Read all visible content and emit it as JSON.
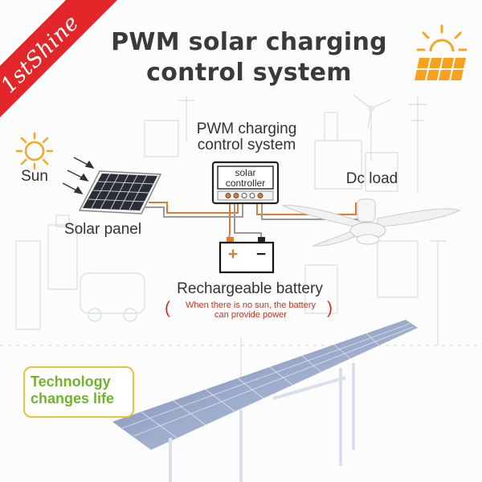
{
  "brand": {
    "logo_text": "1stShine",
    "ribbon_color": "#e2262a"
  },
  "title": {
    "line1": "PWM solar charging",
    "line2": "control system"
  },
  "diagram": {
    "sun_label": "Sun",
    "panel_label": "Solar panel",
    "system_label_line1": "PWM charging",
    "system_label_line2": "control system",
    "controller_line1": "solar",
    "controller_line2": "controller",
    "load_label": "Dc load",
    "battery_label": "Rechargeable battery",
    "battery_plus": "+",
    "battery_minus": "−",
    "battery_note_line1": "When there is no sun, the battery",
    "battery_note_line2": "can provide power",
    "note_open": "(",
    "note_close": ")"
  },
  "tagline": {
    "line1": "Technology",
    "line2": "changes life",
    "color": "#6fb52c"
  },
  "icons": [
    "sun-icon",
    "weather-sun-icon",
    "solar-panel-icon",
    "controller-icon",
    "battery-icon",
    "ceiling-fan-icon",
    "solar-array-icon"
  ],
  "colors": {
    "title": "#3a3a3a",
    "wire_orange": "#e07a2e",
    "wire_gray": "#9a9a9a",
    "note_red": "#c8321f",
    "sun_orange": "#f5a623"
  }
}
